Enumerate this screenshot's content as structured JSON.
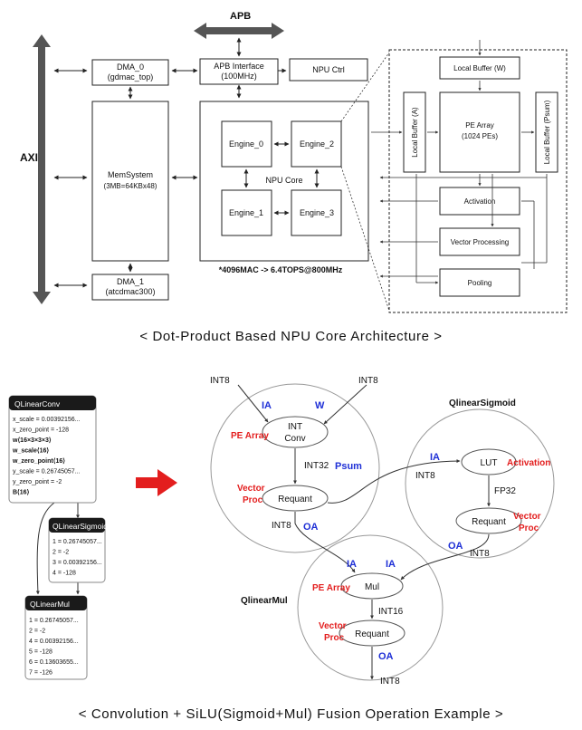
{
  "top": {
    "apb": "APB",
    "axi": "AXI",
    "dma0": [
      "DMA_0",
      "(gdmac_top)"
    ],
    "dma1": [
      "DMA_1",
      "(atcdmac300)"
    ],
    "memsys": [
      "MemSystem",
      "(3MB=64KBx48)"
    ],
    "apb_if": [
      "APB Interface",
      "(100MHz)"
    ],
    "npu_ctrl": "NPU Ctrl",
    "engines": [
      "Engine_0",
      "Engine_1",
      "Engine_2",
      "Engine_3"
    ],
    "npu_core": "NPU Core",
    "perf_note": "*4096MAC -> 6.4TOPS@800MHz",
    "local_w": "Local Buffer (W)",
    "local_a": "Local Buffer (A)",
    "local_psum": "Local Buffer (Psum)",
    "pe_array": [
      "PE Array",
      "(1024 PEs)"
    ],
    "activation": "Activation",
    "vector_proc": "Vector Processing",
    "pooling": "Pooling",
    "caption": "< Dot-Product Based NPU Core Architecture >"
  },
  "bottom": {
    "graph": {
      "conv": {
        "title": "QLinearConv",
        "lines": [
          "x_scale = 0.00392156...",
          "x_zero_point = -128",
          "w⟨16×3×3×3⟩",
          "w_scale⟨16⟩",
          "w_zero_point⟨16⟩",
          "y_scale = 0.26745057...",
          "y_zero_point = -2",
          "B⟨16⟩"
        ]
      },
      "sigmoid": {
        "title": "QLinearSigmoid",
        "lines": [
          "1 = 0.26745057...",
          "2 = -2",
          "3 = 0.00392156...",
          "4 = -128"
        ]
      },
      "mul": {
        "title": "QLinearMul",
        "lines": [
          "1 = 0.26745057...",
          "2 = -2",
          "4 = 0.00392156...",
          "5 = -128",
          "6 = 0.13603655...",
          "7 = -126"
        ]
      }
    },
    "fusion": {
      "int8": "INT8",
      "int32": "INT32",
      "int16": "INT16",
      "fp32": "FP32",
      "ia": "IA",
      "w": "W",
      "oa": "OA",
      "psum": "Psum",
      "pe_array": "PE Array",
      "vector_proc": [
        "Vector",
        "Proc"
      ],
      "activation": "Activation",
      "int_conv": [
        "INT",
        "Conv"
      ],
      "requant": "Requant",
      "lut": "LUT",
      "mul": "Mul",
      "sigmoid_title": "QlinearSigmoid",
      "mul_title": "QlinearMul"
    },
    "caption": "< Convolution + SiLU(Sigmoid+Mul) Fusion Operation Example >"
  }
}
